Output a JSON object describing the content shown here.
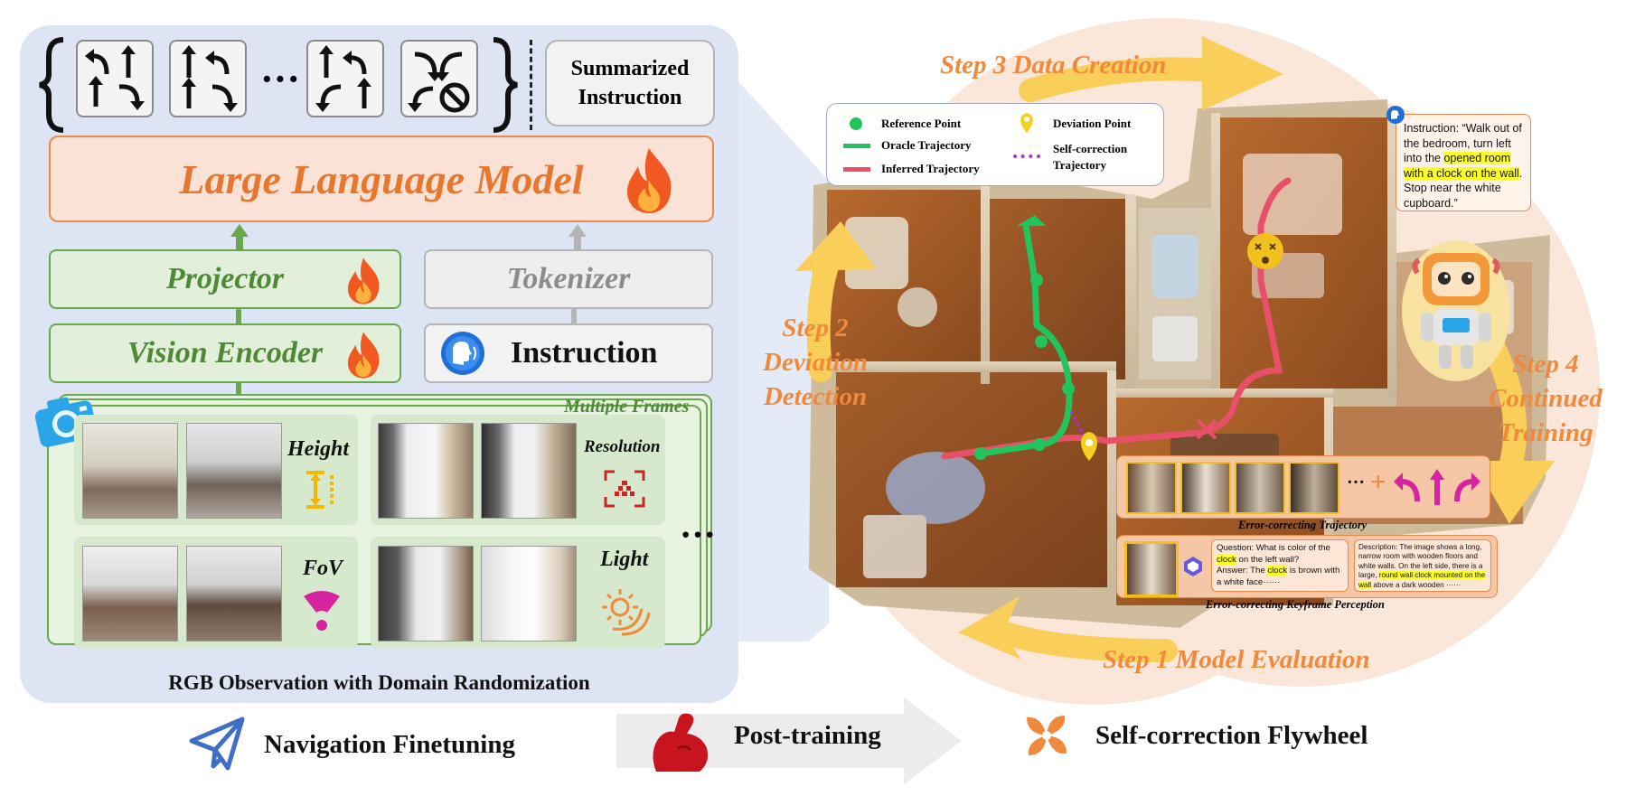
{
  "summarized_instruction": {
    "line1": "Summarized",
    "line2": "Instruction"
  },
  "action_ellipsis": "···",
  "llm_label": "Large Language Model",
  "projector_label": "Projector",
  "tokenizer_label": "Tokenizer",
  "vision_encoder_label": "Vision Encoder",
  "instruction_label": "Instruction",
  "multiple_frames_label": "Multiple Frames",
  "randomization": {
    "height": "Height",
    "resolution": "Resolution",
    "fov": "FoV",
    "light": "Light",
    "more": "···"
  },
  "rgb_caption": "RGB Observation with Domain Randomization",
  "steps": {
    "step3": "Step 3 Data Creation",
    "step2": {
      "line1": "Step 2",
      "line2": "Deviation",
      "line3": "Detection"
    },
    "step4": {
      "line1": "Step 4",
      "line2": "Continued",
      "line3": "Training"
    },
    "step1": "Step 1 Model Evaluation"
  },
  "legend": {
    "reference_point": "Reference Point",
    "oracle_trajectory": "Oracle Trajectory",
    "inferred_trajectory": "Inferred Trajectory",
    "deviation_point": "Deviation Point",
    "self_correction_line1": "Self-correction",
    "self_correction_line2": "Trajectory"
  },
  "instruction_quote": {
    "part1": "Instruction: “Walk out of the bedroom, turn left into the ",
    "highlight": "opened room with a clock on the wall",
    "part2": ". Stop near the white cupboard.”"
  },
  "error_correcting_trajectory": "Error-correcting Trajectory",
  "error_correcting_keyframe": "Error-correcting Keyframe Perception",
  "qa": {
    "q_pre": "Question: What is color of the ",
    "q_hl": "clock",
    "q_post": " on the left wall?",
    "a_pre": "Answer: The ",
    "a_hl": "clock",
    "a_post": " is brown with a white face······"
  },
  "description": {
    "pre": "Description: The image shows a long, narrow room with wooden floors and white walls. On the left side, there is a large, ",
    "hl": "round wall clock mounted on the wall",
    "post": " above a dark wooden ······"
  },
  "traj_ellipsis": "···",
  "traj_plus": "+",
  "bottom": {
    "nav_finetuning": "Navigation Finetuning",
    "post_training": "Post-training",
    "flywheel": "Self-correction Flywheel"
  },
  "colors": {
    "accent_orange": "#f0893c",
    "llm_orange": "#e8772e",
    "green": "#4e8a35",
    "oracle_green": "#21c45d",
    "inferred_red": "#e8506a",
    "deviation_yellow": "#f2d01d",
    "self_correction_purple": "#b02fd6",
    "arrow_yellow": "#f9cf5a",
    "panel_blue": "#dde5f4"
  },
  "icons": [
    "fire-icon",
    "camera-icon",
    "speaker-head-icon",
    "height-icon",
    "resolution-icon",
    "fov-icon",
    "light-icon",
    "paper-plane-icon",
    "muscle-arm-icon",
    "pinwheel-icon",
    "robot-icon",
    "dizzy-face-icon",
    "clock-icon"
  ]
}
